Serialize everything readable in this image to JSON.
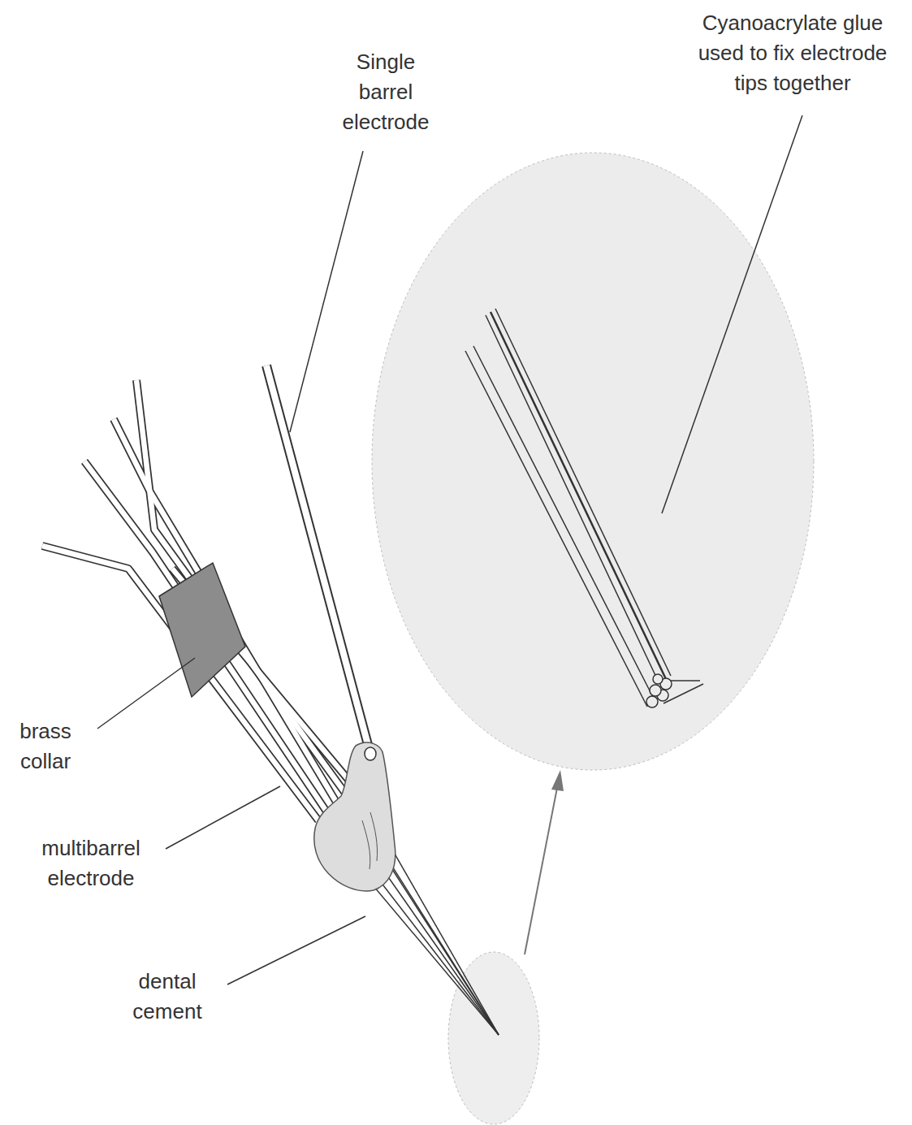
{
  "diagram": {
    "labels": [
      "Single barrel electrode",
      "Cyanoacrylate glue used to fix electrode tips together",
      "brass collar",
      "multibarrel electrode",
      "dental cement"
    ]
  }
}
